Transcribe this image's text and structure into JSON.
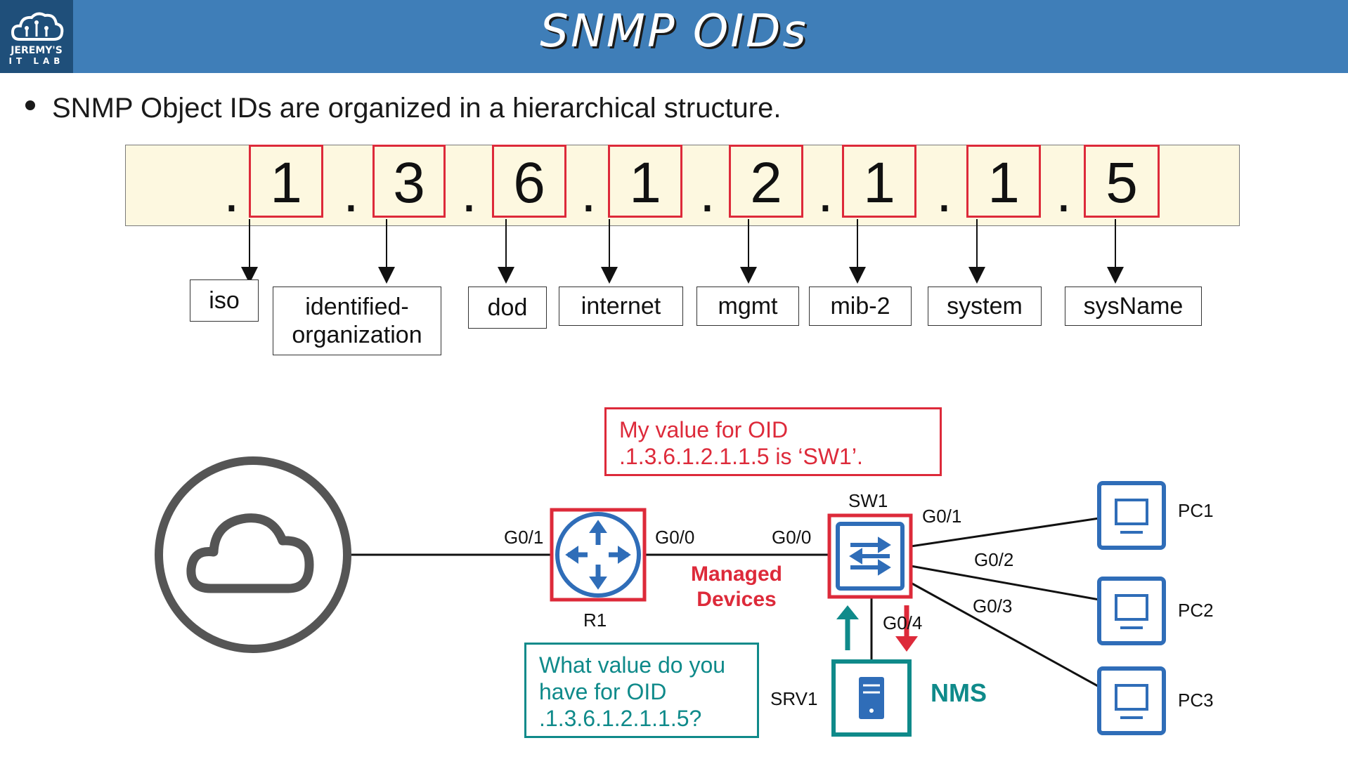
{
  "header": {
    "title": "SNMP OIDs",
    "logo_line1": "JEREMY'S",
    "logo_line2": "IT LAB"
  },
  "bullet": "SNMP Object IDs are organized in a hierarchical structure.",
  "oid": {
    "digits": [
      "1",
      "3",
      "6",
      "1",
      "2",
      "1",
      "1",
      "5"
    ],
    "separator": ".",
    "labels": [
      "iso",
      "identified-organization",
      "dod",
      "internet",
      "mgmt",
      "mib-2",
      "system",
      "sysName"
    ]
  },
  "callouts": {
    "sw1": "My value for OID .1.3.6.1.2.1.1.5 is ‘SW1’.",
    "nms": "What value do you have for OID .1.3.6.1.2.1.1.5?"
  },
  "devices": {
    "r1": "R1",
    "sw1": "SW1",
    "srv1": "SRV1",
    "pc1": "PC1",
    "pc2": "PC2",
    "pc3": "PC3",
    "managed": "Managed Devices",
    "nms": "NMS"
  },
  "interfaces": {
    "r1_left": "G0/1",
    "r1_right": "G0/0",
    "sw1_left": "G0/0",
    "sw1_pc1": "G0/1",
    "sw1_pc2": "G0/2",
    "sw1_pc3": "G0/3",
    "sw1_srv": "G0/4"
  },
  "colors": {
    "header": "#3f7eb8",
    "red": "#dd2a3a",
    "blue": "#2f6db8",
    "teal": "#0f8a8a",
    "bar": "#fdf8e0"
  },
  "icons": [
    "cloud-icon",
    "router-icon",
    "switch-icon",
    "server-icon",
    "pc-icon"
  ]
}
